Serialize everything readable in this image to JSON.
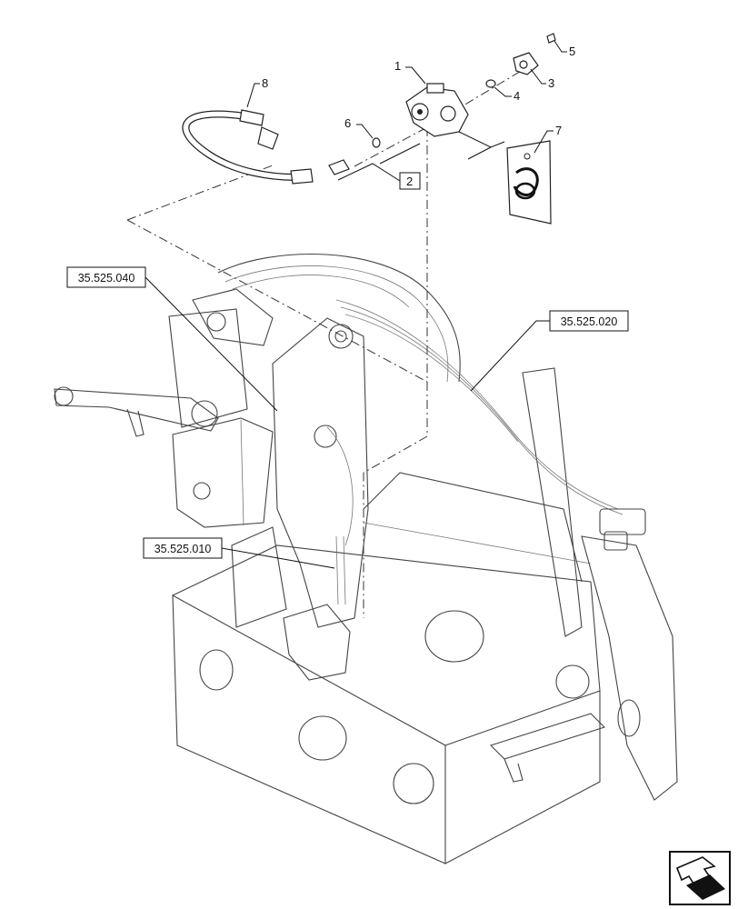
{
  "callouts": [
    "1",
    "2",
    "3",
    "4",
    "5",
    "6",
    "7",
    "8"
  ],
  "references": [
    "35.525.040",
    "35.525.020",
    "35.525.010"
  ],
  "nav_icon": "next-page-arrow-icon"
}
